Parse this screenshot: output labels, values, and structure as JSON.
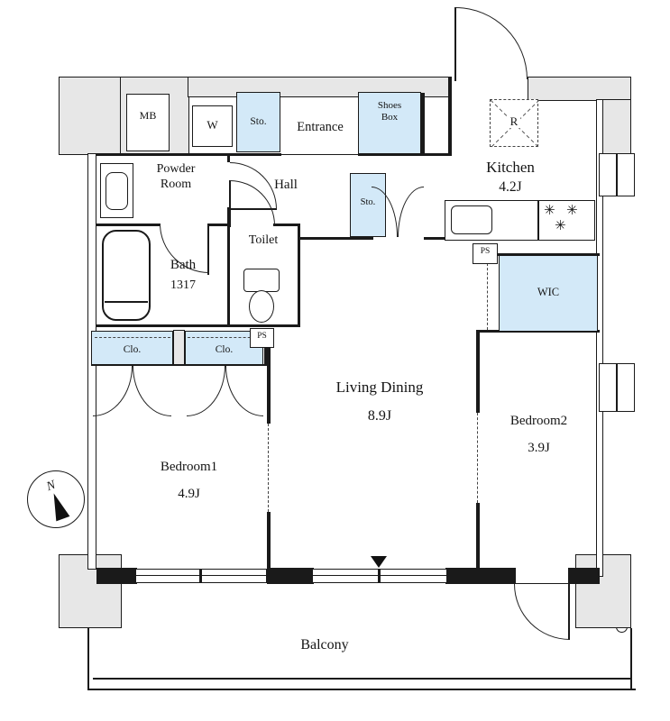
{
  "plan": {
    "icons": {
      "burner": "✳",
      "north": "N"
    },
    "colors": {
      "storage_fill": "#d3e9f8",
      "wall_gray": "#e7e7e7",
      "line": "#1a1a1a"
    },
    "labels": {
      "mb": "MB",
      "washer": "W",
      "sto_entrance": "Sto.",
      "entrance": "Entrance",
      "shoes_box": "Shoes Box",
      "fridge": "R",
      "kitchen": "Kitchen",
      "kitchen_size": "4.2J",
      "powder_room": "Powder Room",
      "hall": "Hall",
      "sto_hall": "Sto.",
      "bath": "Bath",
      "bath_size": "1317",
      "toilet": "Toilet",
      "ps_toilet": "PS",
      "ps_kitchen": "PS",
      "wic": "WIC",
      "clo_left": "Clo.",
      "clo_right": "Clo.",
      "living_dining": "Living Dining",
      "living_size": "8.9J",
      "bedroom1": "Bedroom1",
      "bedroom1_size": "4.9J",
      "bedroom2": "Bedroom2",
      "bedroom2_size": "3.9J",
      "balcony": "Balcony"
    }
  }
}
